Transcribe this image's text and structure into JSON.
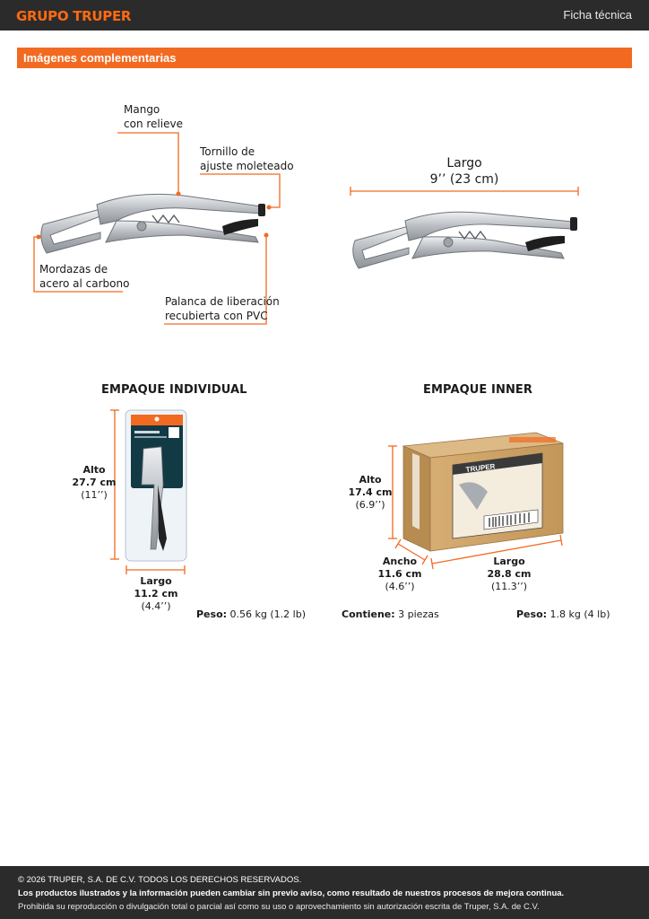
{
  "header": {
    "brand": "GRUPO TRUPER",
    "document_type": "Ficha técnica"
  },
  "section": {
    "title": "Imágenes complementarias"
  },
  "callouts": {
    "handle": [
      "Mango",
      "con relieve"
    ],
    "screw": [
      "Tornillo de",
      "ajuste moleteado"
    ],
    "jaws": [
      "Mordazas de",
      "acero al carbono"
    ],
    "lever": [
      "Palanca de liberación",
      "recubierta con PVC"
    ]
  },
  "dimension": {
    "label": "Largo",
    "value": "9’’ (23 cm)"
  },
  "individual_pack": {
    "heading": "EMPAQUE INDIVIDUAL",
    "height_label": "Alto",
    "height_metric": "27.7 cm",
    "height_imperial": "(11’’)",
    "length_label": "Largo",
    "length_metric": "11.2 cm",
    "length_imperial": "(4.4’’)",
    "weight_label": "Peso:",
    "weight_value": "0.56 kg (1.2 lb)"
  },
  "inner_pack": {
    "heading": "EMPAQUE INNER",
    "height_label": "Alto",
    "height_metric": "17.4 cm",
    "height_imperial": "(6.9’’)",
    "width_label": "Ancho",
    "width_metric": "11.6 cm",
    "width_imperial": "(4.6’’)",
    "length_label": "Largo",
    "length_metric": "28.8 cm",
    "length_imperial": "(11.3’’)",
    "contents_label": "Contiene:",
    "contents_value": "3 piezas",
    "weight_label": "Peso:",
    "weight_value": "1.8 kg (4 lb)",
    "box_brand": "TRUPER"
  },
  "footer": {
    "copyright": "© 2026 TRUPER, S.A. DE C.V. TODOS LOS DERECHOS RESERVADOS.",
    "notice": "Los productos ilustrados y la información pueden cambiar sin previo aviso, como resultado de nuestros procesos de mejora continua.",
    "legal": "Prohibida su reproducción o divulgación total o parcial así como su uso o aprovechamiento sin autorización escrita de Truper, S.A. de C.V."
  },
  "colors": {
    "accent": "#f26a21",
    "dark_bar": "#2b2b2b",
    "metal": "#c8cbcf",
    "cardboard": "#c9a06a"
  }
}
